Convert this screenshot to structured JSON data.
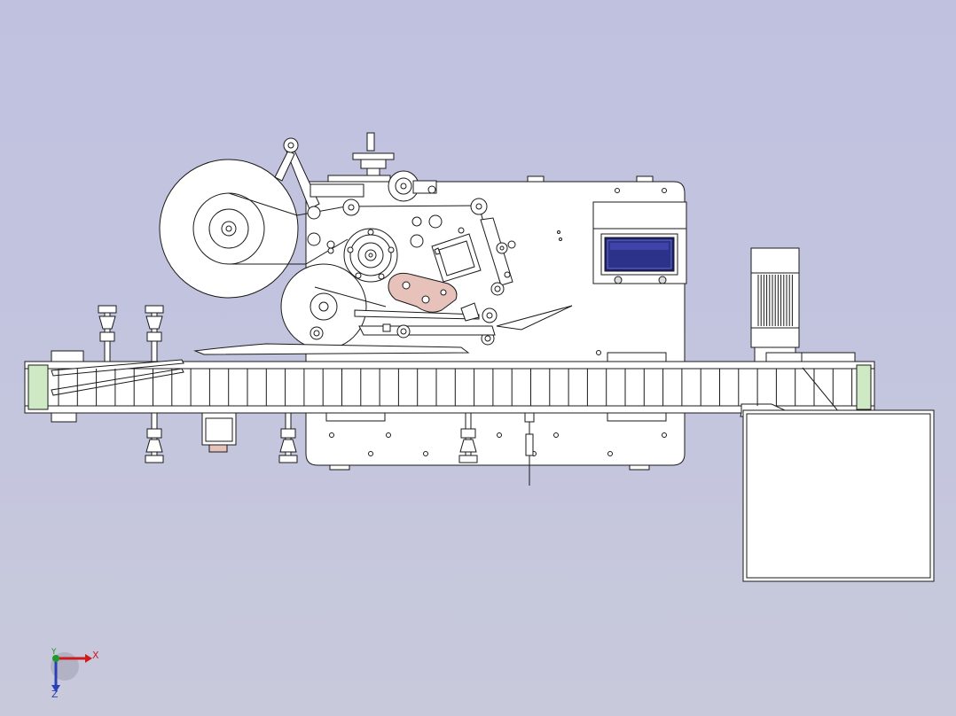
{
  "viewport": {
    "background_top": "#bfc1df",
    "background_bottom": "#c8c9db",
    "line_color": "#1a1a1a",
    "part_fill": "#ffffff",
    "highlight_fill": "#e6c2bb",
    "conveyor_end_fill": "#cfe9c4"
  },
  "triad": {
    "x_label": "X",
    "y_label": "Y",
    "z_label": "Z",
    "x_color": "#d11a1a",
    "y_color": "#1d9a2a",
    "z_color": "#2b3fb8"
  }
}
